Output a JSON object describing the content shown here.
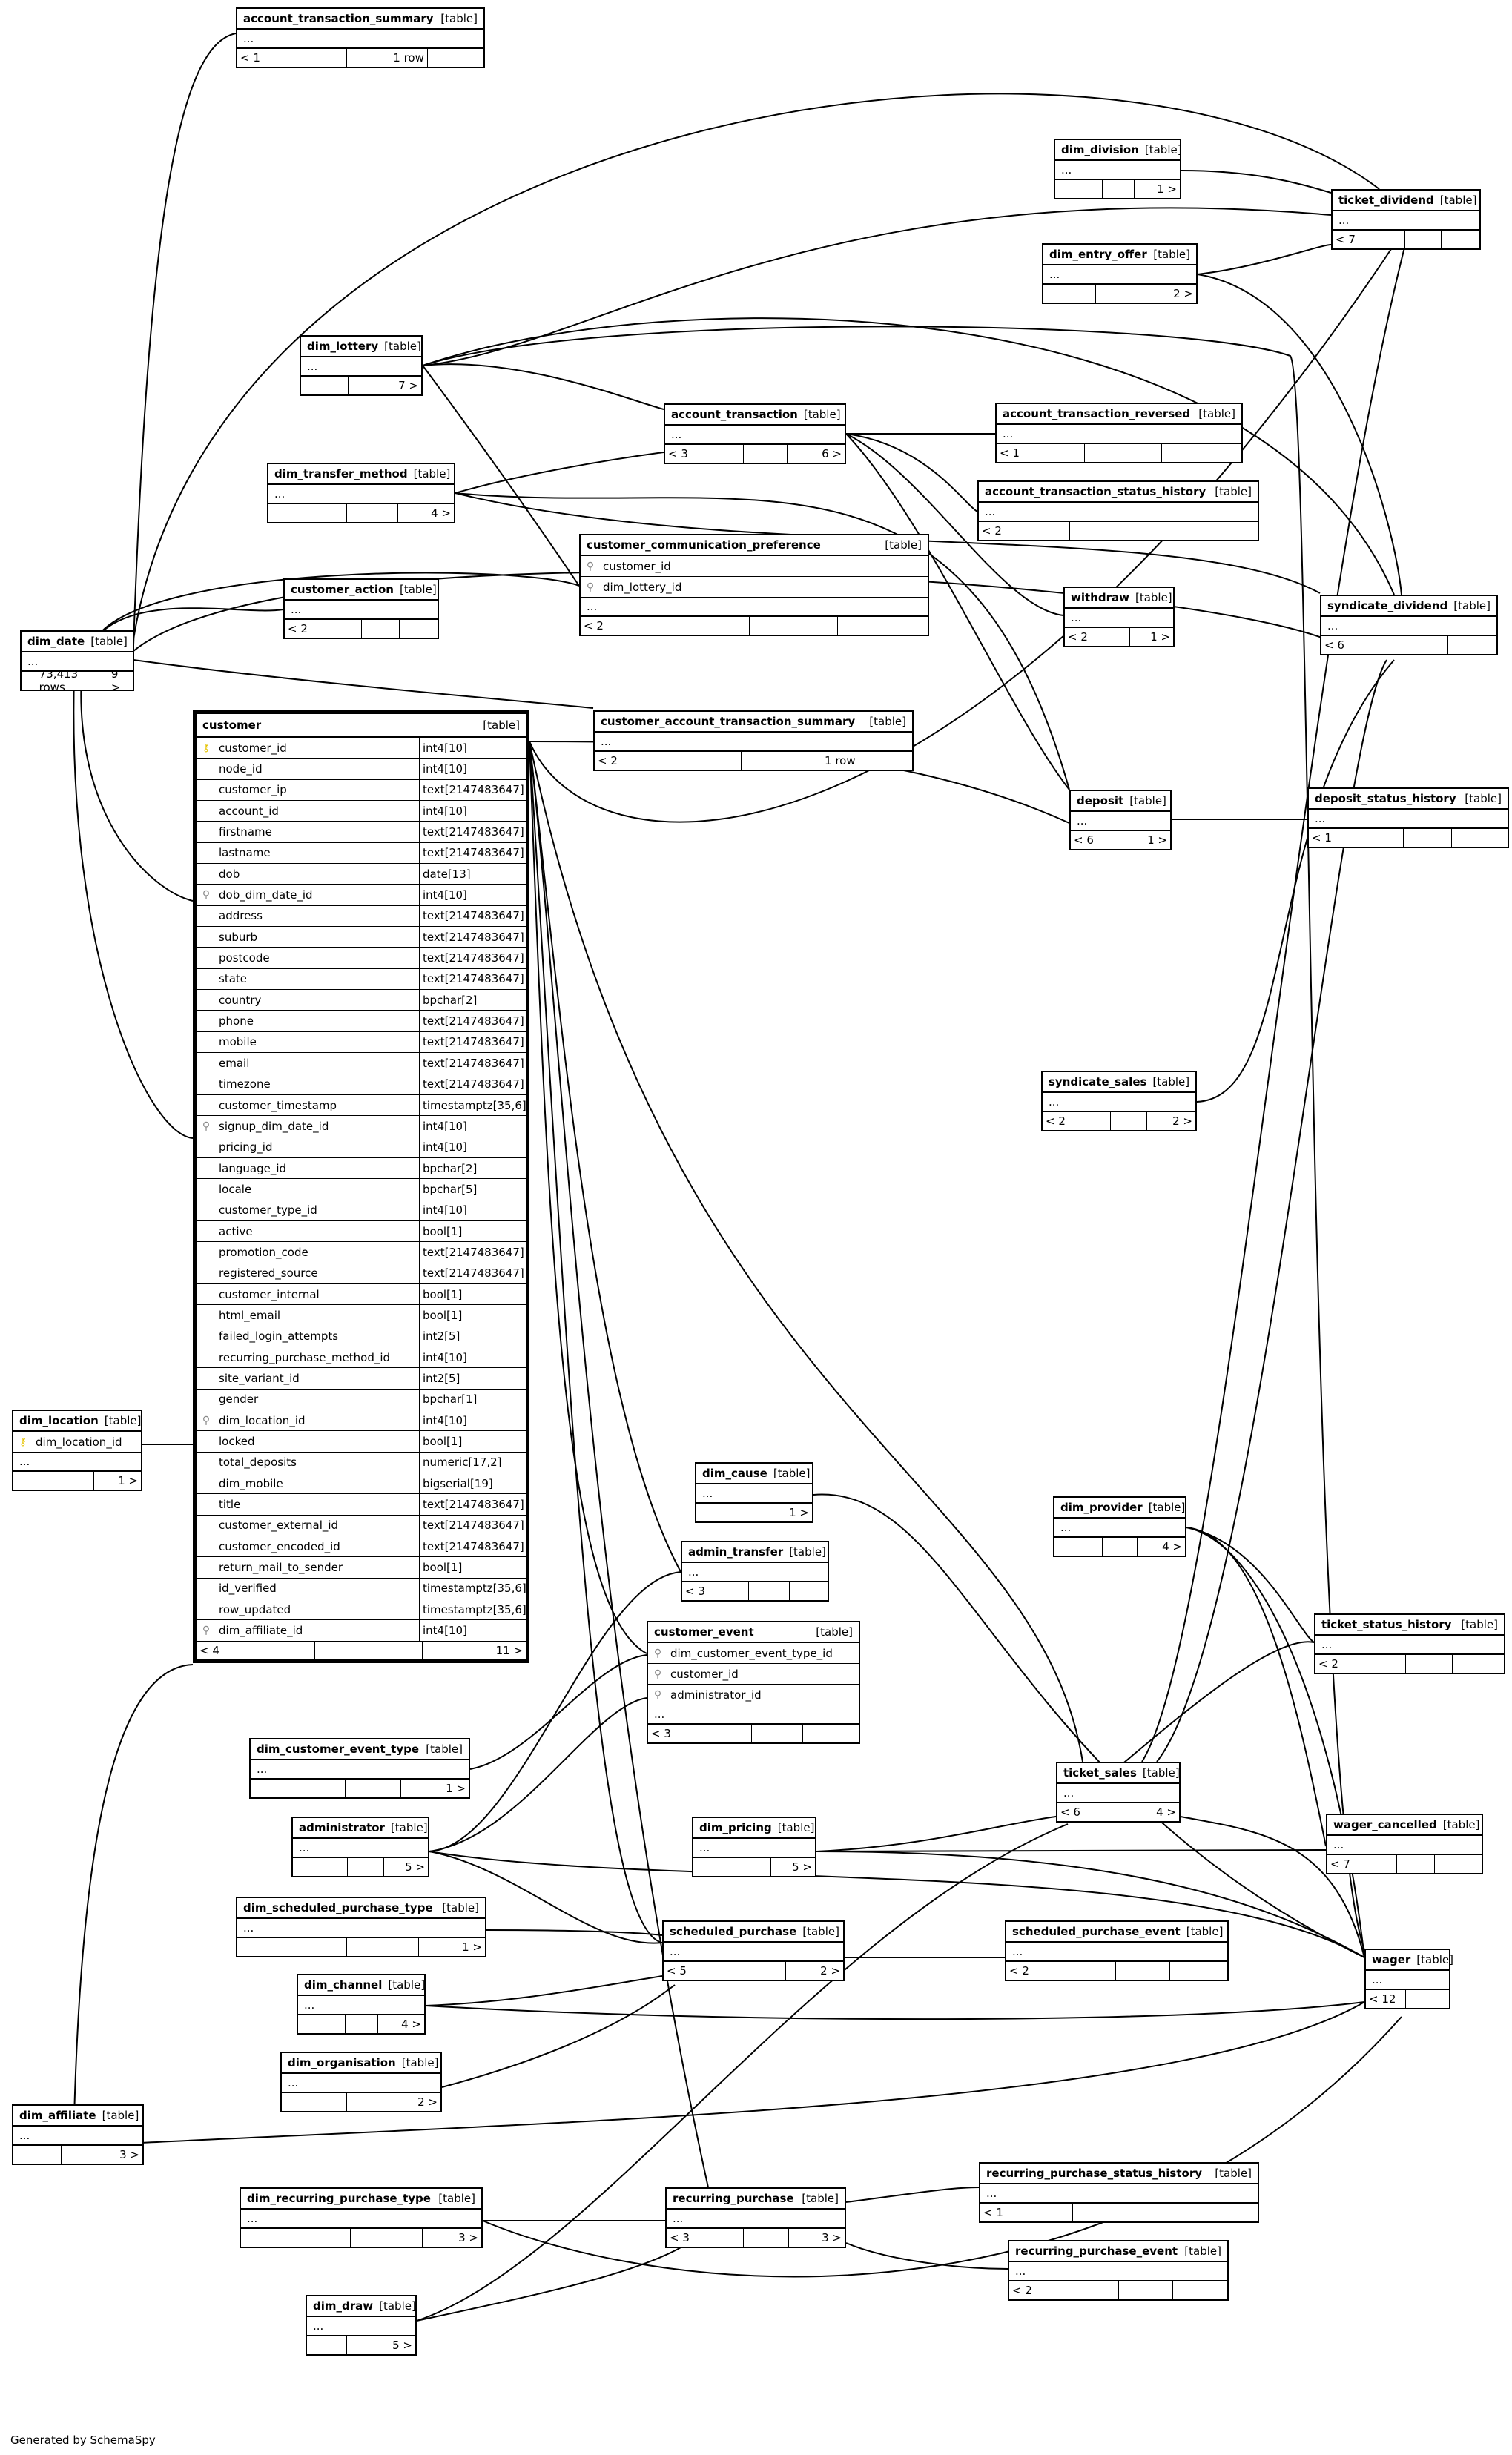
{
  "generated_by": "Generated by SchemaSpy",
  "kind": "[table]",
  "ellipsis": "...",
  "customer": {
    "name": "customer",
    "footer_left": "< 4",
    "footer_right": "11 >",
    "columns": [
      {
        "name": "customer_id",
        "type": "int4[10]",
        "key": "pk"
      },
      {
        "name": "node_id",
        "type": "int4[10]",
        "key": ""
      },
      {
        "name": "customer_ip",
        "type": "text[2147483647]",
        "key": ""
      },
      {
        "name": "account_id",
        "type": "int4[10]",
        "key": ""
      },
      {
        "name": "firstname",
        "type": "text[2147483647]",
        "key": ""
      },
      {
        "name": "lastname",
        "type": "text[2147483647]",
        "key": ""
      },
      {
        "name": "dob",
        "type": "date[13]",
        "key": ""
      },
      {
        "name": "dob_dim_date_id",
        "type": "int4[10]",
        "key": "fk"
      },
      {
        "name": "address",
        "type": "text[2147483647]",
        "key": ""
      },
      {
        "name": "suburb",
        "type": "text[2147483647]",
        "key": ""
      },
      {
        "name": "postcode",
        "type": "text[2147483647]",
        "key": ""
      },
      {
        "name": "state",
        "type": "text[2147483647]",
        "key": ""
      },
      {
        "name": "country",
        "type": "bpchar[2]",
        "key": ""
      },
      {
        "name": "phone",
        "type": "text[2147483647]",
        "key": ""
      },
      {
        "name": "mobile",
        "type": "text[2147483647]",
        "key": ""
      },
      {
        "name": "email",
        "type": "text[2147483647]",
        "key": ""
      },
      {
        "name": "timezone",
        "type": "text[2147483647]",
        "key": ""
      },
      {
        "name": "customer_timestamp",
        "type": "timestamptz[35,6]",
        "key": ""
      },
      {
        "name": "signup_dim_date_id",
        "type": "int4[10]",
        "key": "fk"
      },
      {
        "name": "pricing_id",
        "type": "int4[10]",
        "key": ""
      },
      {
        "name": "language_id",
        "type": "bpchar[2]",
        "key": ""
      },
      {
        "name": "locale",
        "type": "bpchar[5]",
        "key": ""
      },
      {
        "name": "customer_type_id",
        "type": "int4[10]",
        "key": ""
      },
      {
        "name": "active",
        "type": "bool[1]",
        "key": ""
      },
      {
        "name": "promotion_code",
        "type": "text[2147483647]",
        "key": ""
      },
      {
        "name": "registered_source",
        "type": "text[2147483647]",
        "key": ""
      },
      {
        "name": "customer_internal",
        "type": "bool[1]",
        "key": ""
      },
      {
        "name": "html_email",
        "type": "bool[1]",
        "key": ""
      },
      {
        "name": "failed_login_attempts",
        "type": "int2[5]",
        "key": ""
      },
      {
        "name": "recurring_purchase_method_id",
        "type": "int4[10]",
        "key": ""
      },
      {
        "name": "site_variant_id",
        "type": "int2[5]",
        "key": ""
      },
      {
        "name": "gender",
        "type": "bpchar[1]",
        "key": ""
      },
      {
        "name": "dim_location_id",
        "type": "int4[10]",
        "key": "fk"
      },
      {
        "name": "locked",
        "type": "bool[1]",
        "key": ""
      },
      {
        "name": "total_deposits",
        "type": "numeric[17,2]",
        "key": ""
      },
      {
        "name": "dim_mobile",
        "type": "bigserial[19]",
        "key": ""
      },
      {
        "name": "title",
        "type": "text[2147483647]",
        "key": ""
      },
      {
        "name": "customer_external_id",
        "type": "text[2147483647]",
        "key": ""
      },
      {
        "name": "customer_encoded_id",
        "type": "text[2147483647]",
        "key": ""
      },
      {
        "name": "return_mail_to_sender",
        "type": "bool[1]",
        "key": ""
      },
      {
        "name": "id_verified",
        "type": "timestamptz[35,6]",
        "key": ""
      },
      {
        "name": "row_updated",
        "type": "timestamptz[35,6]",
        "key": ""
      },
      {
        "name": "dim_affiliate_id",
        "type": "int4[10]",
        "key": "fk"
      }
    ]
  },
  "tables": [
    {
      "id": "account_transaction_summary",
      "name": "account_transaction_summary",
      "rows": [],
      "footer": [
        "< 1",
        "1 row",
        ""
      ]
    },
    {
      "id": "dim_division",
      "name": "dim_division",
      "rows": [],
      "footer": [
        "",
        "",
        "1 >"
      ]
    },
    {
      "id": "ticket_dividend",
      "name": "ticket_dividend",
      "rows": [],
      "footer": [
        "< 7",
        "",
        ""
      ]
    },
    {
      "id": "dim_entry_offer",
      "name": "dim_entry_offer",
      "rows": [],
      "footer": [
        "",
        "",
        "2 >"
      ]
    },
    {
      "id": "dim_lottery",
      "name": "dim_lottery",
      "rows": [],
      "footer": [
        "",
        "",
        "7 >"
      ]
    },
    {
      "id": "account_transaction",
      "name": "account_transaction",
      "rows": [],
      "footer": [
        "< 3",
        "",
        "6 >"
      ]
    },
    {
      "id": "account_transaction_reversed",
      "name": "account_transaction_reversed",
      "rows": [],
      "footer": [
        "< 1",
        "",
        ""
      ]
    },
    {
      "id": "dim_transfer_method",
      "name": "dim_transfer_method",
      "rows": [],
      "footer": [
        "",
        "",
        "4 >"
      ]
    },
    {
      "id": "account_transaction_status_history",
      "name": "account_transaction_status_history",
      "rows": [],
      "footer": [
        "< 2",
        "",
        ""
      ]
    },
    {
      "id": "customer_communication_preference",
      "name": "customer_communication_preference",
      "rows": [
        {
          "name": "customer_id",
          "key": "fk"
        },
        {
          "name": "dim_lottery_id",
          "key": "fk"
        }
      ],
      "footer": [
        "< 2",
        "",
        ""
      ]
    },
    {
      "id": "customer_action",
      "name": "customer_action",
      "rows": [],
      "footer": [
        "< 2",
        "",
        ""
      ]
    },
    {
      "id": "withdraw",
      "name": "withdraw",
      "rows": [],
      "footer": [
        "< 2",
        "1 >"
      ]
    },
    {
      "id": "syndicate_dividend",
      "name": "syndicate_dividend",
      "rows": [],
      "footer": [
        "< 6",
        "",
        ""
      ]
    },
    {
      "id": "dim_date",
      "name": "dim_date",
      "rows": [],
      "footer": [
        "",
        "73,413 rows",
        "9 >"
      ]
    },
    {
      "id": "customer_account_transaction_summary",
      "name": "customer_account_transaction_summary",
      "rows": [],
      "footer": [
        "< 2",
        "1 row",
        ""
      ]
    },
    {
      "id": "deposit",
      "name": "deposit",
      "rows": [],
      "footer": [
        "< 6",
        "",
        "1 >"
      ]
    },
    {
      "id": "deposit_status_history",
      "name": "deposit_status_history",
      "rows": [],
      "footer": [
        "< 1",
        "",
        ""
      ]
    },
    {
      "id": "syndicate_sales",
      "name": "syndicate_sales",
      "rows": [],
      "footer": [
        "< 2",
        "",
        "2 >"
      ]
    },
    {
      "id": "dim_location",
      "name": "dim_location",
      "rows": [
        {
          "name": "dim_location_id",
          "key": "pk"
        }
      ],
      "footer": [
        "",
        "",
        "1 >"
      ]
    },
    {
      "id": "dim_cause",
      "name": "dim_cause",
      "rows": [],
      "footer": [
        "",
        "",
        "1 >"
      ]
    },
    {
      "id": "dim_provider",
      "name": "dim_provider",
      "rows": [],
      "footer": [
        "",
        "",
        "4 >"
      ]
    },
    {
      "id": "admin_transfer",
      "name": "admin_transfer",
      "rows": [],
      "footer": [
        "< 3",
        "",
        ""
      ]
    },
    {
      "id": "ticket_status_history",
      "name": "ticket_status_history",
      "rows": [],
      "footer": [
        "< 2",
        "",
        ""
      ]
    },
    {
      "id": "customer_event",
      "name": "customer_event",
      "rows": [
        {
          "name": "dim_customer_event_type_id",
          "key": "fk"
        },
        {
          "name": "customer_id",
          "key": "fk"
        },
        {
          "name": "administrator_id",
          "key": "fk"
        }
      ],
      "footer": [
        "< 3",
        "",
        ""
      ]
    },
    {
      "id": "dim_customer_event_type",
      "name": "dim_customer_event_type",
      "rows": [],
      "footer": [
        "",
        "",
        "1 >"
      ]
    },
    {
      "id": "ticket_sales",
      "name": "ticket_sales",
      "rows": [],
      "footer": [
        "< 6",
        "",
        "4 >"
      ]
    },
    {
      "id": "administrator",
      "name": "administrator",
      "rows": [],
      "footer": [
        "",
        "",
        "5 >"
      ]
    },
    {
      "id": "dim_pricing",
      "name": "dim_pricing",
      "rows": [],
      "footer": [
        "",
        "",
        "5 >"
      ]
    },
    {
      "id": "wager_cancelled",
      "name": "wager_cancelled",
      "rows": [],
      "footer": [
        "< 7",
        "",
        ""
      ]
    },
    {
      "id": "dim_scheduled_purchase_type",
      "name": "dim_scheduled_purchase_type",
      "rows": [],
      "footer": [
        "",
        "",
        "1 >"
      ]
    },
    {
      "id": "scheduled_purchase",
      "name": "scheduled_purchase",
      "rows": [],
      "footer": [
        "< 5",
        "",
        "2 >"
      ]
    },
    {
      "id": "scheduled_purchase_event",
      "name": "scheduled_purchase_event",
      "rows": [],
      "footer": [
        "< 2",
        "",
        ""
      ]
    },
    {
      "id": "wager",
      "name": "wager",
      "rows": [],
      "footer": [
        "< 12",
        "",
        ""
      ]
    },
    {
      "id": "dim_channel",
      "name": "dim_channel",
      "rows": [],
      "footer": [
        "",
        "",
        "4 >"
      ]
    },
    {
      "id": "dim_organisation",
      "name": "dim_organisation",
      "rows": [],
      "footer": [
        "",
        "",
        "2 >"
      ]
    },
    {
      "id": "dim_affiliate",
      "name": "dim_affiliate",
      "rows": [],
      "footer": [
        "",
        "",
        "3 >"
      ]
    },
    {
      "id": "dim_recurring_purchase_type",
      "name": "dim_recurring_purchase_type",
      "rows": [],
      "footer": [
        "",
        "",
        "3 >"
      ]
    },
    {
      "id": "recurring_purchase",
      "name": "recurring_purchase",
      "rows": [],
      "footer": [
        "< 3",
        "",
        "3 >"
      ]
    },
    {
      "id": "recurring_purchase_status_history",
      "name": "recurring_purchase_status_history",
      "rows": [],
      "footer": [
        "< 1",
        "",
        ""
      ]
    },
    {
      "id": "recurring_purchase_event",
      "name": "recurring_purchase_event",
      "rows": [],
      "footer": [
        "< 2",
        "",
        ""
      ]
    },
    {
      "id": "dim_draw",
      "name": "dim_draw",
      "rows": [],
      "footer": [
        "",
        "",
        "5 >"
      ]
    }
  ]
}
